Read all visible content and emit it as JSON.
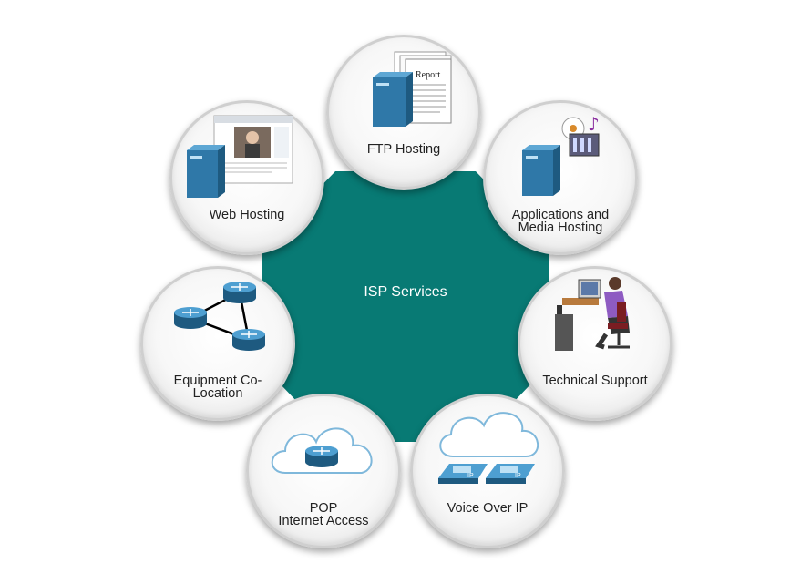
{
  "center": {
    "label": "ISP Services"
  },
  "services": {
    "ftp": {
      "label": "FTP Hosting",
      "doc_text": "Report",
      "icons": [
        "server-icon",
        "report-document-icon"
      ]
    },
    "web": {
      "label": "Web Hosting",
      "icons": [
        "server-icon",
        "webpage-icon"
      ]
    },
    "apps": {
      "line1": "Applications and",
      "line2": "Media Hosting",
      "icons": [
        "server-icon",
        "media-icon"
      ]
    },
    "support": {
      "label": "Technical Support",
      "icons": [
        "technician-workstation-icon"
      ]
    },
    "colo": {
      "line1": "Equipment Co-",
      "line2": "Location",
      "icons": [
        "router-icon"
      ]
    },
    "pop": {
      "line1": "POP",
      "line2": "Internet Access",
      "icons": [
        "cloud-icon",
        "router-icon"
      ]
    },
    "voip": {
      "label": "Voice Over IP",
      "ip_text": "IP",
      "icons": [
        "cloud-icon",
        "ip-phone-icon"
      ]
    }
  },
  "colors": {
    "center_fill": "#087a74",
    "server_blue": "#2f78a8",
    "ring_border": "#cfcfcf"
  }
}
